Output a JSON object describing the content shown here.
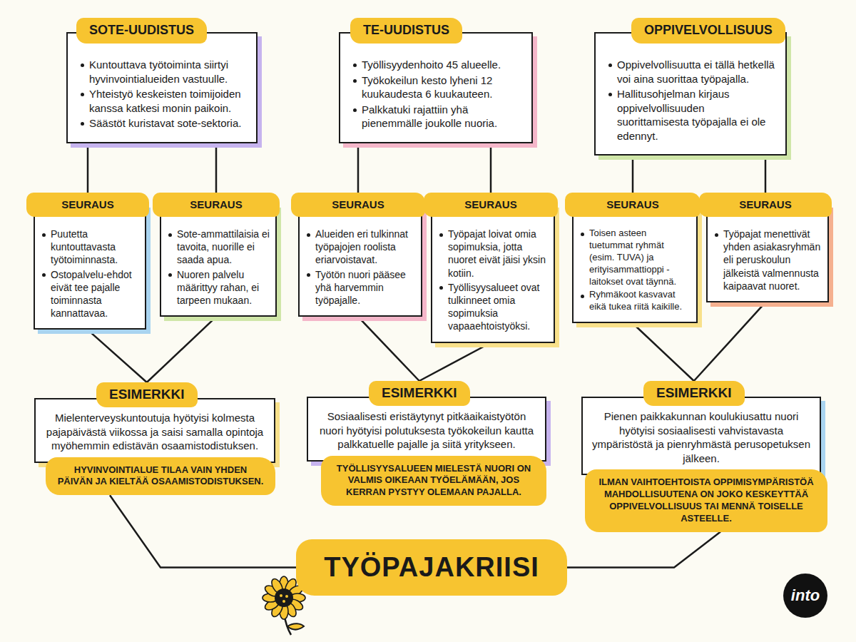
{
  "diagram": {
    "nodes": [
      {
        "text": [
          "SOTE-UUDISTUS",
          "Kuntouttava työtoiminta siirtyi hyvinvointialueiden vastuulle.",
          "Yhteistyö keskeisten toimijoiden kanssa katkesi monin paikoin.",
          "Säästöt kuristavat sote-sektoria."
        ]
      },
      {
        "text": [
          "TE-UUDISTUS",
          "Työllisyydenhoito 45 alueelle.",
          "Työkokeilun kesto lyheni 12 kuukaudesta 6 kuukauteen.",
          "Palkkatuki rajattiin yhä pienemmälle joukolle nuoria."
        ]
      },
      {
        "text": [
          "OPPIVELVOLLISUUS",
          "Oppivelvollisuutta ei tällä hetkellä voi aina suorittaa työpajalla.",
          "Hallitusohjelman kirjaus oppivelvollisuuden suorittamisesta työpajalla ei ole edennyt."
        ]
      },
      {
        "text": [
          "SEURAUS",
          "Puutetta kuntouttavasta työtoiminnasta.",
          "Ostopalvelu-ehdot eivät tee pajalle toiminnasta kannattavaa."
        ]
      },
      {
        "text": [
          "SEURAUS",
          "Sote-ammattilaisia ei tavoita, nuorille ei saada apua.",
          "Nuoren palvelu määrittyy rahan, ei tarpeen mukaan."
        ]
      },
      {
        "text": [
          "SEURAUS",
          "Alueiden eri tulkinnat työpajojen roolista eriarvoistavat.",
          "Työtön nuori pääsee yhä harvemmin työpajalle."
        ]
      },
      {
        "text": [
          "SEURAUS",
          "Työpajat loivat omia sopimuksia, jotta nuoret eivät jäisi yksin kotiin.",
          "Työllisyysalueet ovat tulkinneet omia sopimuksia vapaaehtoistyöksi."
        ]
      },
      {
        "text": [
          "SEURAUS",
          "Toisen asteen tuetummat ryhmät (esim. TUVA) ja erityisammattioppi -laitokset ovat täynnä.",
          "Ryhmäkoot kasvavat eikä tukea riitä kaikille."
        ]
      },
      {
        "text": [
          "SEURAUS",
          "Työpajat menettivät yhden asiakasryhmän eli peruskoulun jälkeistä valmennusta kaipaavat nuoret."
        ]
      },
      {
        "text": [
          "ESIMERKKI",
          "Mielenterveyskuntoutuja hyötyisi kolmesta pajapäivästä viikossa ja saisi samalla opintoja myöhemmin edistävän osaamistodistuksen."
        ]
      },
      {
        "text": [
          "ESIMERKKI",
          "Sosiaalisesti eristäytynyt pitkäaikaistyötön nuori hyötyisi polutuksesta työkokeilun kautta palkkatuelle pajalle ja siitä yritykseen."
        ]
      },
      {
        "text": [
          "ESIMERKKI",
          "Pienen paikkakunnan koulukiusattu nuori hyötyisi sosiaalisesti vahvistavasta ympäristöstä ja pienryhmästä perusopetuksen jälkeen."
        ]
      },
      {
        "text": [
          "HYVINVOINTIALUE TILAA VAIN YHDEN PÄIVÄN JA KIELTÄÄ OSAAMISTODISTUKSEN."
        ]
      },
      {
        "text": [
          "TYÖLLISYYSALUEEN MIELESTÄ NUORI ON VALMIS OIKEAAN TYÖELÄMÄÄN, JOS KERRAN PYSTYY OLEMAAN PAJALLA."
        ]
      },
      {
        "text": [
          "ILMAN VAIHTOEHTOISTA OPPIMISYMPÄRISTÖÄ MAHDOLLISUUTENA ON JOKO KESKEYTTÄÄ OPPIVELVOLLISUUS TAI MENNÄ TOISELLE ASTEELLE."
        ]
      },
      {
        "text": [
          "TYÖPAJAKRIISI"
        ]
      }
    ],
    "edges": [
      {
        "from": 0,
        "to": 3,
        "arrow": "none"
      },
      {
        "from": 0,
        "to": 4,
        "arrow": "none"
      },
      {
        "from": 1,
        "to": 5,
        "arrow": "none"
      },
      {
        "from": 1,
        "to": 6,
        "arrow": "none"
      },
      {
        "from": 2,
        "to": 7,
        "arrow": "none"
      },
      {
        "from": 2,
        "to": 8,
        "arrow": "none"
      },
      {
        "from": 3,
        "to": 9,
        "arrow": "none"
      },
      {
        "from": 4,
        "to": 9,
        "arrow": "none"
      },
      {
        "from": 5,
        "to": 10,
        "arrow": "none"
      },
      {
        "from": 6,
        "to": 10,
        "arrow": "none"
      },
      {
        "from": 7,
        "to": 11,
        "arrow": "none"
      },
      {
        "from": 8,
        "to": 11,
        "arrow": "none"
      },
      {
        "from": 12,
        "to": 15,
        "arrow": "none"
      },
      {
        "from": 14,
        "to": 15,
        "arrow": "none"
      }
    ],
    "labels": [
      "into"
    ]
  }
}
